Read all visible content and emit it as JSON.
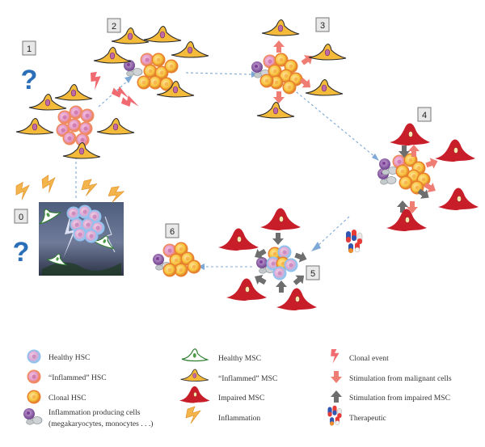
{
  "colors": {
    "healthy_hsc": "#9cc6ee",
    "inflamed_hsc": "#f2a07d",
    "clonal_hsc": "#f7c23a",
    "healthy_msc": "#5a9f56",
    "inflamed_msc": "#e8b030",
    "impaired_msc": "#c81e2a",
    "inflammation_bolt": "#f3b44c",
    "malignant_arrow": "#ef7d73",
    "impaired_arrow": "#6e6e6e",
    "dashed_arrow": "#7ea8d6",
    "question_mark": "#2b6fb9"
  },
  "stages": {
    "s0": "0",
    "s1": "1",
    "s2": "2",
    "s3": "3",
    "s4": "4",
    "s5": "5",
    "s6": "6"
  },
  "question_mark": "?",
  "legend": {
    "healthy_hsc": "Healthy HSC",
    "inflamed_hsc": "“Inflammed” HSC",
    "clonal_hsc": "Clonal HSC",
    "inflammation_cells_1": "Inflammation producing cells",
    "inflammation_cells_2": "(megakaryocytes, monocytes . . .)",
    "healthy_msc": "Healthy MSC",
    "inflamed_msc": "“Inflammed” MSC",
    "impaired_msc": "Impaired MSC",
    "inflammation": "Inflammation",
    "clonal_event": "Clonal event",
    "stim_malignant": "Stimulation from malignant cells",
    "stim_impaired": "Stimulation from impaired MSC",
    "therapeutic": "Therapeutic"
  }
}
